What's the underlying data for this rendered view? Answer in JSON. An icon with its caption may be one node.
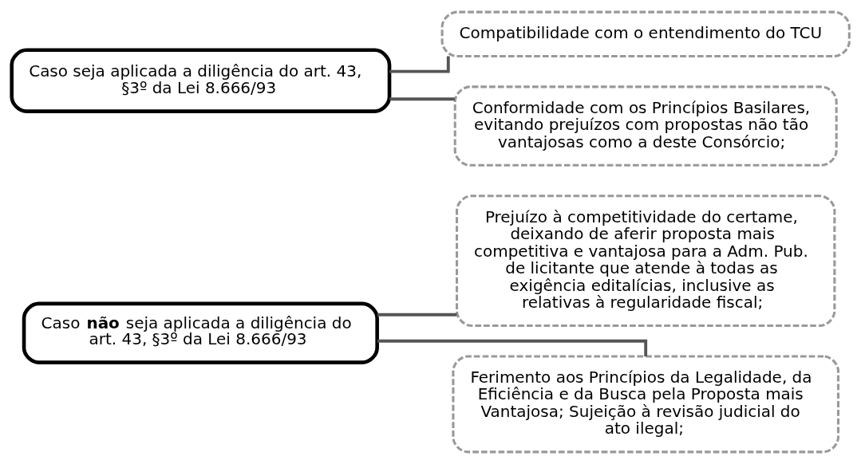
{
  "diagram": {
    "nodes": [
      {
        "text": [
          "Caso **não** seja aplicada a diligência do art. 43, §3º da Lei 8.666/93"
        ]
      },
      {
        "text": [
          "Prejuízo à competitividade do certame, deixando de aferir proposta mais competitiva e vantajosa para a Adm. Pub. de licitante que atende à todas as exigência editalícias, inclusive as relativas à regularidade fiscal;"
        ]
      },
      {
        "text": [
          "Ferimento aos Princípios da Legalidade, da Eficiência e da Busca pela Proposta mais Vantajosa; Sujeição à revisão judicial do ato ilegal;"
        ]
      },
      {
        "text": [
          "Caso seja aplicada a diligência do art. 43, §3º da Lei 8.666/93"
        ]
      },
      {
        "text": [
          "Compatibilidade com o entendimento do TCU"
        ]
      },
      {
        "text": [
          "Conformidade com os Princípios Basilares, evitando prejuízos com propostas não tão vantajosas como a deste Consórcio;"
        ]
      }
    ],
    "edges": [
      {
        "from": 0,
        "to": 1,
        "arrow": "none"
      },
      {
        "from": 0,
        "to": 2,
        "arrow": "none"
      },
      {
        "from": 3,
        "to": 4,
        "arrow": "none"
      },
      {
        "from": 3,
        "to": 5,
        "arrow": "none"
      }
    ]
  }
}
